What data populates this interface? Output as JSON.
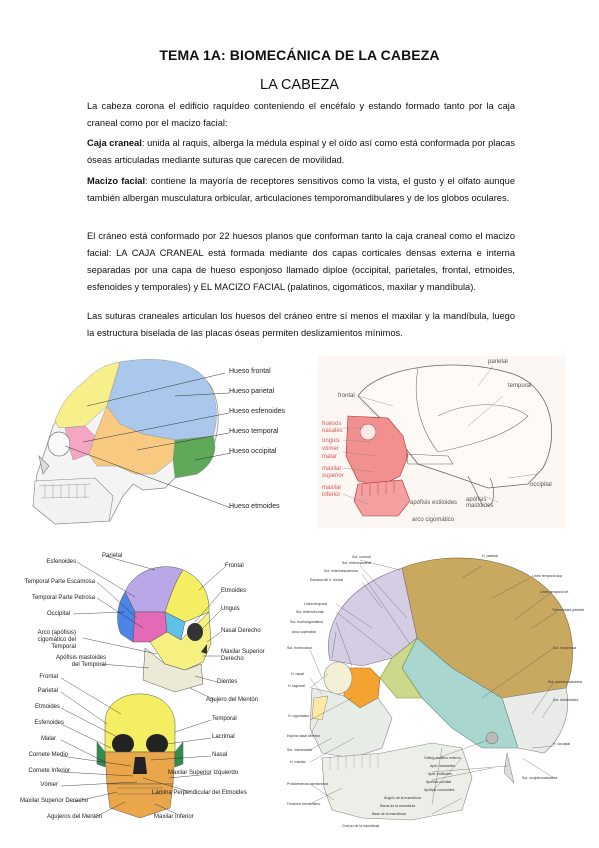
{
  "title": "TEMA 1A: BIOMECÁNICA DE LA CABEZA",
  "subtitle": "LA CABEZA",
  "paragraphs": {
    "p1": "La cabeza corona el edificio raquídeo conteniendo el encéfalo y estando formado tanto por la caja craneal como por el macizo facial:",
    "p2_label": "Caja craneal",
    "p2_text": ": unida al raquis, alberga la médula espinal y el oído así como está conformada por placas óseas articuladas mediante suturas que carecen de movilidad.",
    "p3_label": "Macizo facial",
    "p3_text": ": contiene la mayoría de receptores sensitivos como la vista, el gusto y el olfato aunque también albergan musculatura orbicular, articulaciones temporomandibulares y de los globos oculares.",
    "p4": "El cráneo está conformado por 22 huesos planos que conforman tanto la caja craneal como el macizo facial: LA CAJA CRANEAL está formada mediante dos capas corticales densas externa e interna separadas por una capa de hueso esponjoso llamado diploe (occipital, parietales, frontal, etmoides, esfenoides y temporales) y EL MACIZO FACIAL (palatinos, cigomáticos, maxilar y mandíbula).",
    "p5": "Las suturas craneales articulan los huesos del cráneo entre sí menos el maxilar y la mandíbula, luego la estructura biselada de las placas óseas permiten deslizamientos mínimos."
  },
  "figure1": {
    "labels": [
      "Hueso frontal",
      "Hueso parietal",
      "Hueso esfenoides",
      "Hueso temporal",
      "Hueso occipital",
      "Hueso etmoides"
    ],
    "colors": {
      "frontal": "#f7f08a",
      "parietal": "#a9c8ec",
      "sphenoid": "#f4a6c2",
      "temporal": "#f8c981",
      "occipital": "#5fa85a",
      "skull": "#f4f4f4"
    }
  },
  "figure2": {
    "top": [
      "frontal",
      "parietal",
      "temporal"
    ],
    "left": [
      "huesos nasales",
      "unguis",
      "vómer",
      "malar",
      "maxilar superior",
      "maxilar inferior"
    ],
    "right": [
      "apófisis mastoides",
      "occipital"
    ],
    "bottom": [
      "apófisis estiloides",
      "arco cigomático"
    ],
    "colors": {
      "face": "#f28f8f",
      "paper": "#fdf7f3",
      "line": "#666666"
    }
  },
  "figure3": {
    "upper_left": [
      "Esfenoides",
      "Temporal Parte Escamosa",
      "Temporal Parte Petrosa",
      "Occipital",
      "Arco (apófisis) cigomático del Temporal",
      "Apófisis mastoides del Temporal"
    ],
    "upper_top": "Parietal",
    "upper_right": [
      "Frontal",
      "Etmoides",
      "Unguis",
      "Nasal Derecho",
      "Maxilar Superior Derecho",
      "Dientes",
      "Agujero del Mentón"
    ],
    "lower_left": [
      "Frontal",
      "Parietal",
      "Etmoides",
      "Esfenoides",
      "Malar",
      "Cornete Medio",
      "Cornete Inferior",
      "Vómer",
      "Maxilar Superior Derecho",
      "Agujeros del Mentón"
    ],
    "lower_right": [
      "Temporal",
      "Lacrimal",
      "Nasal",
      "Maxilar Superior Izquierdo",
      "Lámina Perpendicular del Etmoides",
      "Maxilar Inferior"
    ]
  },
  "figure4": {
    "labels_left": [
      "Sut. coronal",
      "Sut. esfenoparietal",
      "Sut. esfenoescamosa",
      "Escama del h. frontal",
      "Linea temporal",
      "Sut. esfenofrontal",
      "Sut. frontocigomática",
      "Arco superciliar",
      "Sut. frontonasal",
      "H. nasal",
      "H. lagrimal",
      "H. cigomático",
      "Espina nasal anterior",
      "Sut. intermaxilar",
      "H. maxilar",
      "Protuberancia mentoniana",
      "Foramen mentoniano"
    ],
    "labels_bottom": [
      "Cuerpo de la mandíbula",
      "Base de la mandíbula",
      "Rama de la mandíbula",
      "Ángulo de la mandíbula",
      "Apófisis coronoides",
      "Apófisis condilar",
      "Apóf. estiloides",
      "Apóf. mastoides",
      "Orificio auditivo externo"
    ],
    "labels_right": [
      "H. parietal",
      "Línea temporal sup.",
      "Línea temporal inf.",
      "Tuberosidad parietal",
      "Sut. escamosa",
      "Sut. parietomastoidea",
      "Sut. lambdoidea",
      "H. occipital",
      "Sut. occipitomastoidea"
    ],
    "colors": {
      "parietal": "#c9a85f",
      "frontal": "#d4cde4",
      "temporal": "#a9d6cf",
      "sphenoid": "#ccd98a",
      "zygomatic": "#f5a330",
      "occipital": "#e9ebe8",
      "maxilla": "#e8ece6"
    }
  }
}
